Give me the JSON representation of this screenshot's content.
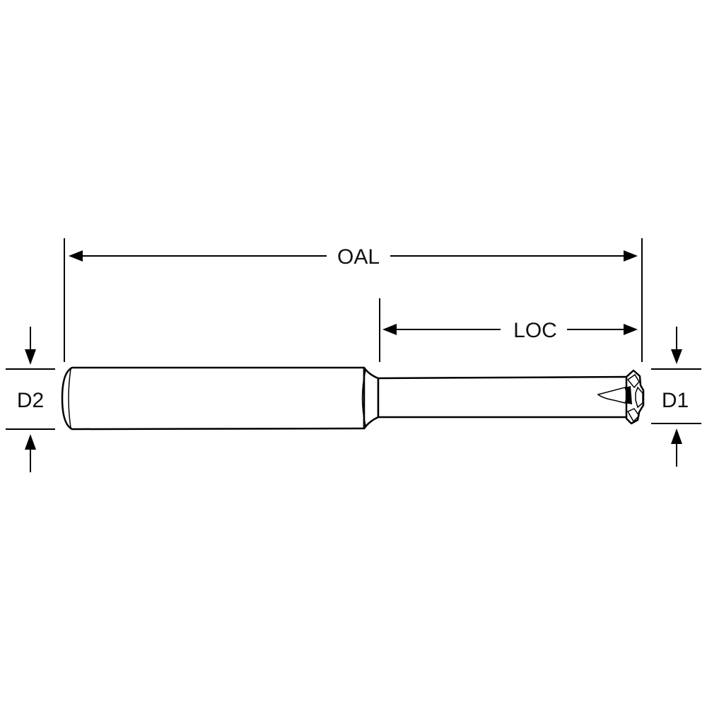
{
  "labels": {
    "oal": "OAL",
    "loc": "LOC",
    "d1": "D1",
    "d2": "D2"
  },
  "colors": {
    "line": "#000000",
    "background": "#ffffff"
  }
}
